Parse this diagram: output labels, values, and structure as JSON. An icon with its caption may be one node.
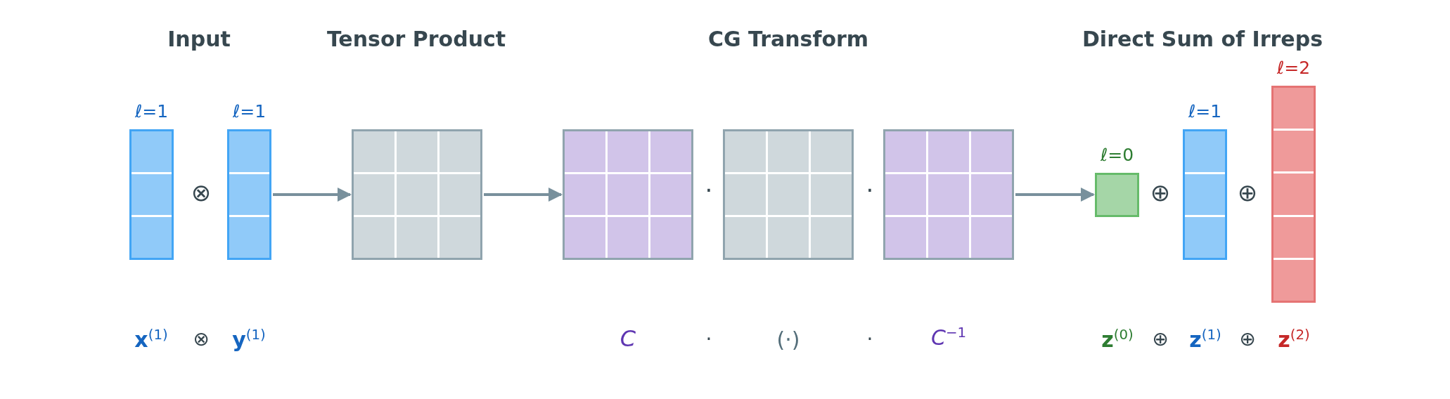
{
  "diagram": {
    "nodes": [
      {
        "text": [
          "ℓ=1"
        ]
      },
      {
        "text": [
          "ℓ=1"
        ]
      },
      {
        "text": [],
        "shape": "box"
      },
      {
        "text": [],
        "shape": "box"
      },
      {
        "text": [],
        "shape": "box"
      },
      {
        "text": [],
        "shape": "box"
      },
      {
        "text": [
          "ℓ=0"
        ]
      },
      {
        "text": [
          "ℓ=1"
        ]
      },
      {
        "text": [
          "ℓ=2"
        ]
      }
    ],
    "edges": [
      {
        "from": 1,
        "to": 2,
        "arrow": "to"
      },
      {
        "from": 2,
        "to": 3,
        "arrow": "to"
      },
      {
        "from": 5,
        "to": 6,
        "arrow": "to"
      }
    ],
    "labels": [
      "Input",
      "Tensor Product",
      "CG Transform",
      "Direct Sum of Irreps",
      "⊗",
      "·",
      "·",
      "⊕",
      "⊕",
      "**x**$^{(1)}$",
      "⊗",
      "**y**$^{(1)}$",
      "C",
      "·",
      "(·)",
      "·",
      "*C*$^{−1}$",
      "**z**$^{(0)}$",
      "⊕",
      "**z**$^{(1)}$",
      "⊕",
      "**z**$^{(2)}$"
    ]
  }
}
